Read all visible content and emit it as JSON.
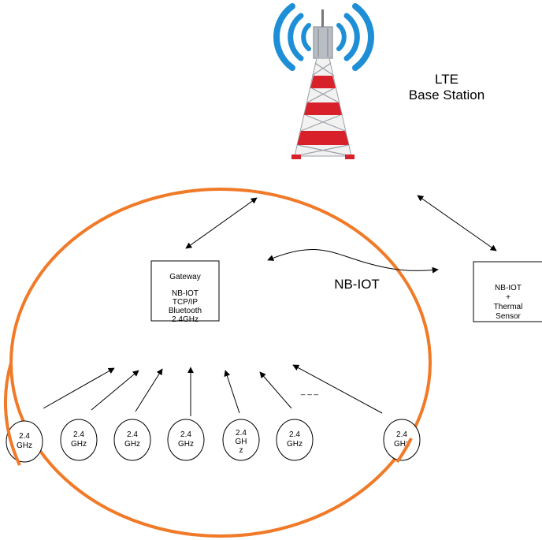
{
  "tower": {
    "label_line1": "LTE",
    "label_line2": "Base Station",
    "colors": {
      "signal": "#1e8fd6",
      "red": "#d8202a",
      "white": "#f2f2f2",
      "metal": "#9aa0a6"
    }
  },
  "gateway": {
    "title": "Gateway",
    "lines": [
      "NB-IOT",
      "TCP/IP",
      "Bluetooth",
      "2.4GHz"
    ]
  },
  "link_label": "NB-IOT",
  "sensor": {
    "lines": [
      "NB-IOT",
      "+",
      "Thermal",
      "Sensor"
    ]
  },
  "nodes": [
    {
      "lines": [
        "2.4",
        "GHz"
      ]
    },
    {
      "lines": [
        "2.4",
        "GHz"
      ]
    },
    {
      "lines": [
        "2.4",
        "GHz"
      ]
    },
    {
      "lines": [
        "2.4",
        "GHz"
      ]
    },
    {
      "lines": [
        "2.4",
        "GH",
        "z"
      ]
    },
    {
      "lines": [
        "2.4",
        "GHz"
      ]
    },
    {
      "lines": [
        "2.4",
        "GHz"
      ]
    }
  ],
  "ellipsis": "_ _ _",
  "colors": {
    "range_circle": "#f07a28",
    "lines": "#000000"
  }
}
